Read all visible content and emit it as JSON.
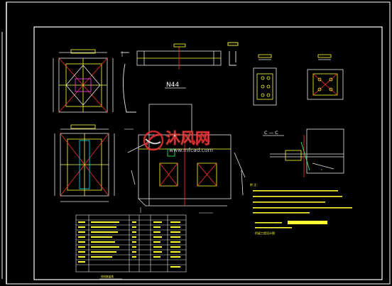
{
  "drawing": {
    "label_n44": "N44",
    "label_section": "C — C",
    "label_table_title": "材料数量表",
    "label_notes_title": "附 注：",
    "label_bottom_title": "桥梁工程设计图",
    "watermark_brand": "沐风网",
    "watermark_url": "www.mfcad.com"
  },
  "colors": {
    "background": "#000000",
    "frame": "#ffffff",
    "line_white": "#e8e8e8",
    "line_yellow": "#ffff33",
    "line_cyan": "#00e5ff",
    "line_red": "#ff3030",
    "line_green": "#33ff66",
    "line_magenta": "#ff40ff",
    "watermark_red": "#e83030"
  },
  "icons": [
    "mfcad-logo-icon"
  ]
}
